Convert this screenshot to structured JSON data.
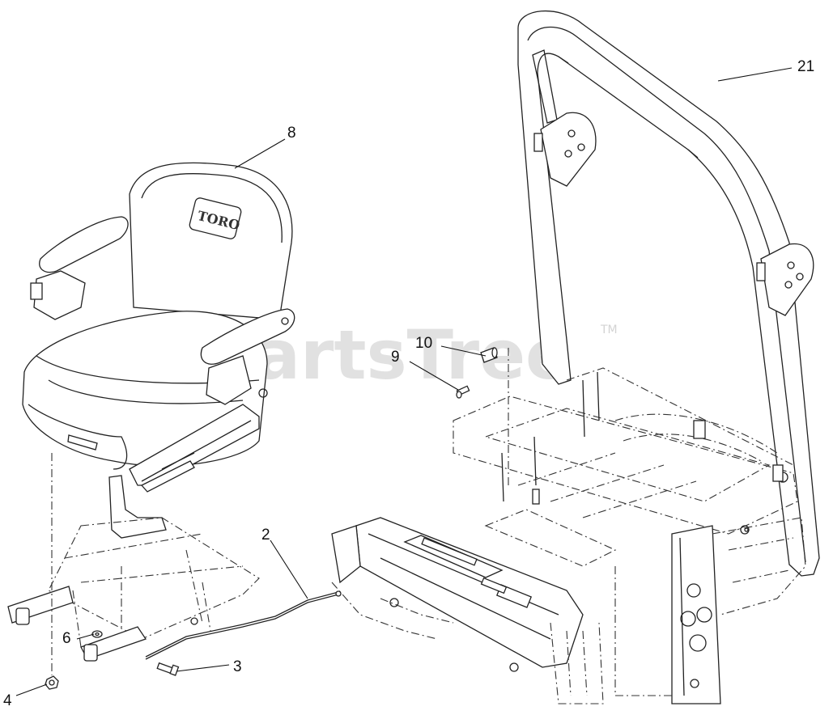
{
  "watermark": {
    "text": "PartsTree",
    "tm": "TM"
  },
  "brand_label": "TORO",
  "callouts": [
    {
      "id": "c21",
      "label": "21"
    },
    {
      "id": "c8",
      "label": "8"
    },
    {
      "id": "c10",
      "label": "10"
    },
    {
      "id": "c9",
      "label": "9"
    },
    {
      "id": "c2",
      "label": "2"
    },
    {
      "id": "c6",
      "label": "6"
    },
    {
      "id": "c3",
      "label": "3"
    },
    {
      "id": "c4",
      "label": "4"
    }
  ]
}
